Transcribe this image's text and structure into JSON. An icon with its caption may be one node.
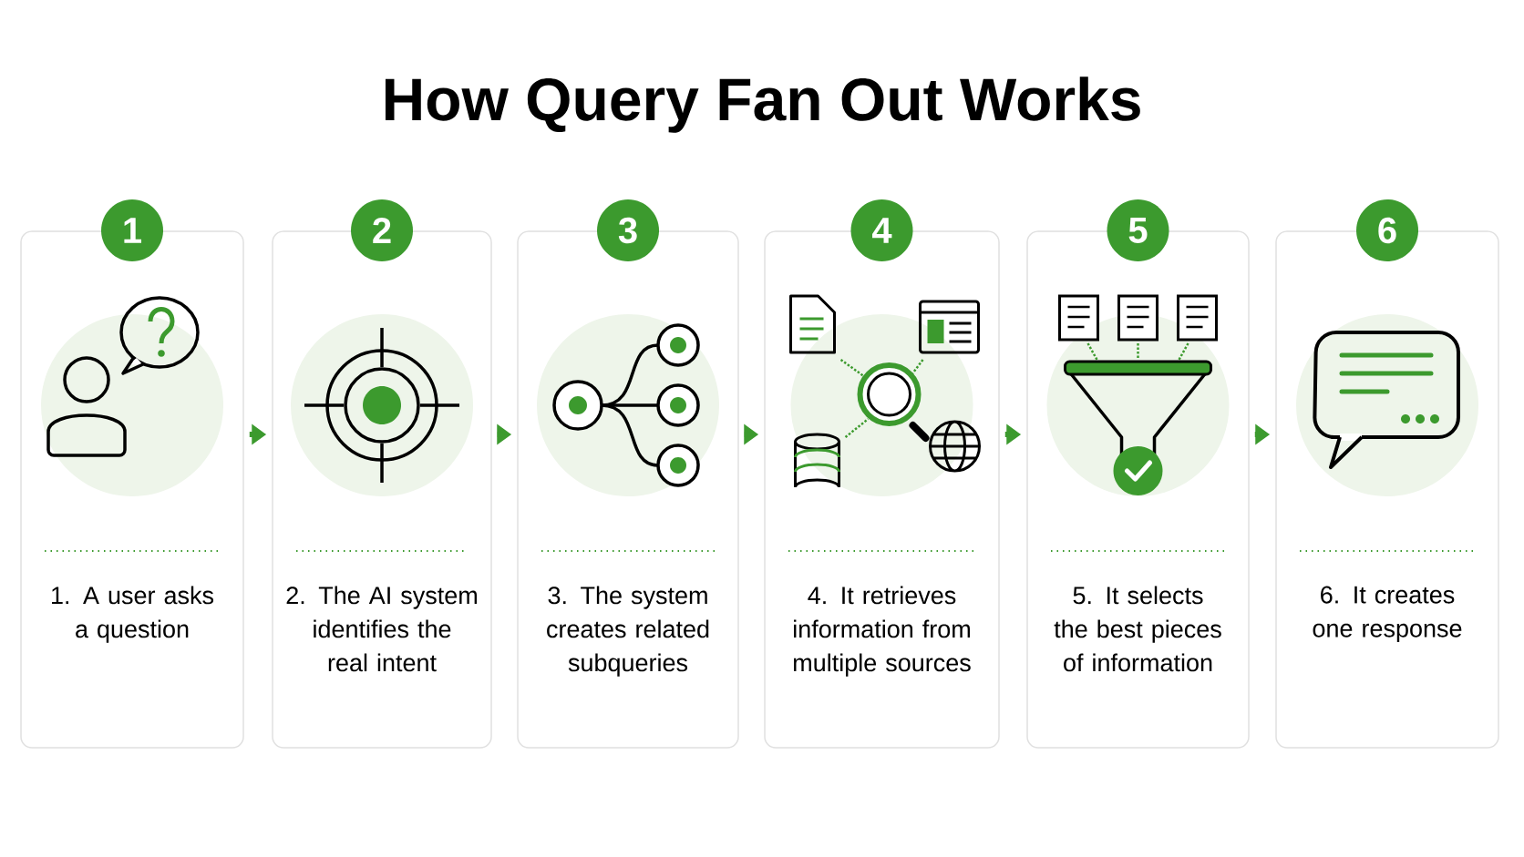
{
  "diagram": {
    "title": "How Query Fan Out Works",
    "nodes": [
      {
        "text": [
          "1",
          "1. A user asks a question"
        ]
      },
      {
        "text": [
          "2",
          "2. The AI system identifies the real intent"
        ]
      },
      {
        "text": [
          "3",
          "3. The system creates related subqueries"
        ]
      },
      {
        "text": [
          "4",
          "4. It retrieves information from multiple sources"
        ]
      },
      {
        "text": [
          "5",
          "5. It selects the best pieces of information"
        ]
      },
      {
        "text": [
          "6",
          "6. It creates one response"
        ]
      }
    ],
    "edges": [
      {
        "from": 0,
        "to": 1,
        "arrow": "to"
      },
      {
        "from": 1,
        "to": 2,
        "arrow": "to"
      },
      {
        "from": 2,
        "to": 3,
        "arrow": "to"
      },
      {
        "from": 3,
        "to": 4,
        "arrow": "to"
      },
      {
        "from": 4,
        "to": 5,
        "arrow": "to"
      }
    ]
  }
}
